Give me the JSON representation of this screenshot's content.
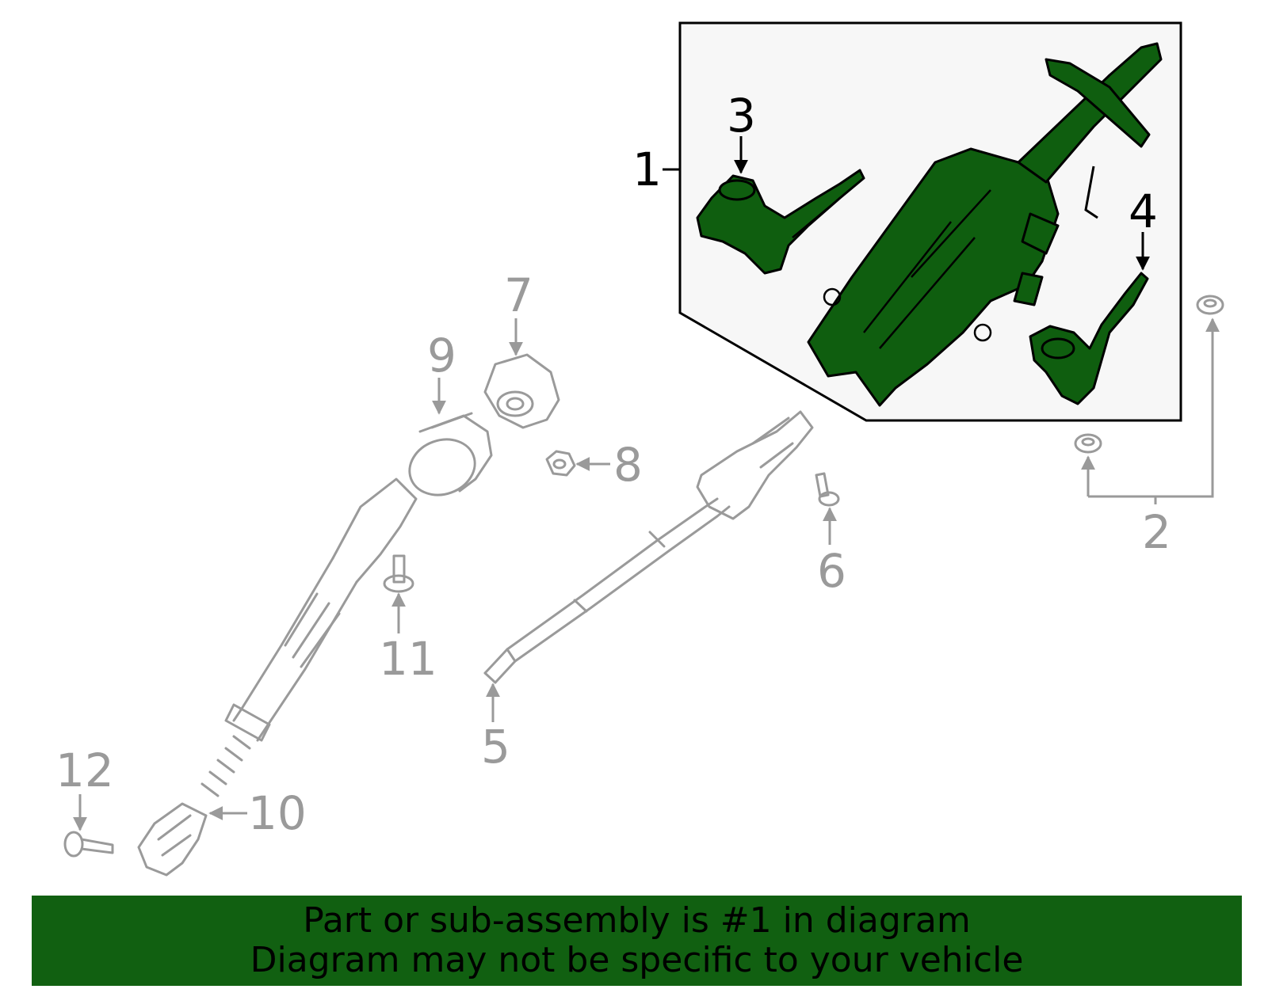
{
  "callouts": {
    "c1": "1",
    "c2": "2",
    "c3": "3",
    "c4": "4",
    "c5": "5",
    "c6": "6",
    "c7": "7",
    "c8": "8",
    "c9": "9",
    "c10": "10",
    "c11": "11",
    "c12": "12"
  },
  "banner": {
    "line1": "Part or sub-assembly is #1 in diagram",
    "line2": "Diagram may not be specific to your vehicle"
  },
  "colors": {
    "highlight_green": "#0f5e0f",
    "banner_green": "#116011",
    "inactive_gray": "#9a9a9a",
    "panel_background": "#f7f7f7"
  }
}
